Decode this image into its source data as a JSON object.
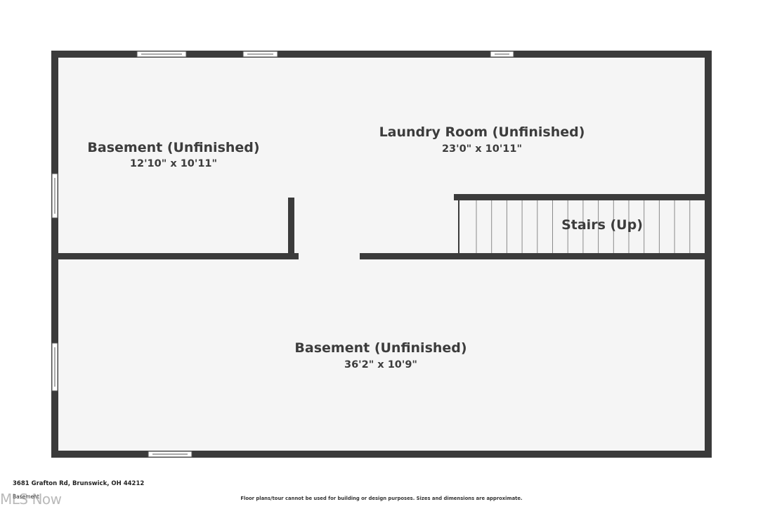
{
  "colors": {
    "wall": "#3b3b3b",
    "floor": "#f5f5f5",
    "background": "#ffffff",
    "text": "#3c3c3c"
  },
  "rooms": [
    {
      "name": "Basement (Unfinished)",
      "dimensions": "12'10\" x 10'11\""
    },
    {
      "name": "Laundry Room (Unfinished)",
      "dimensions": "23'0\" x 10'11\""
    },
    {
      "name": "Stairs (Up)",
      "dimensions": ""
    },
    {
      "name": "Basement (Unfinished)",
      "dimensions": "36'2\" x 10'9\""
    }
  ],
  "footer": {
    "address": "3681 Grafton Rd, Brunswick, OH 44212",
    "floor_label": "Basement",
    "disclaimer": "Floor plans/tour cannot be used for building or design purposes. Sizes and dimensions are approximate.",
    "watermark": "MLS Now"
  }
}
